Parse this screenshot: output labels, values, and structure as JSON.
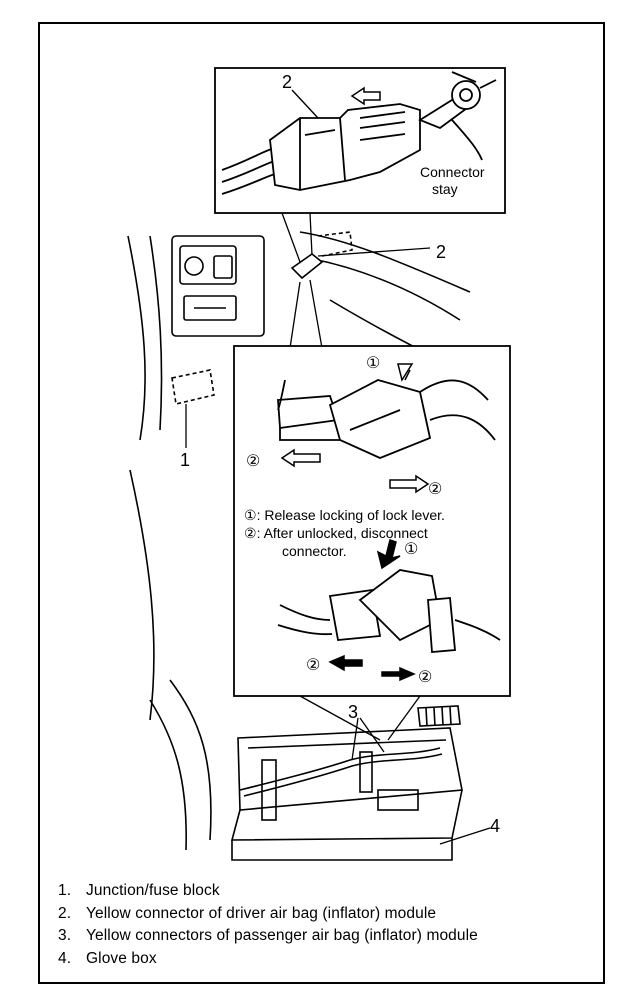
{
  "callouts": {
    "num_1": "1",
    "num_2_top": "2",
    "num_2_mid": "2",
    "num_3": "3",
    "num_4": "4",
    "connector_stay_line1": "Connector",
    "connector_stay_line2": "stay",
    "step1": "①",
    "step2": "②"
  },
  "instructions": [
    {
      "marker": "①",
      "text": ": Release locking of lock lever."
    },
    {
      "marker": "②",
      "text": ": After unlocked, disconnect"
    },
    {
      "marker": "",
      "text": "connector."
    }
  ],
  "legend": [
    {
      "num": "1.",
      "text": "Junction/fuse block"
    },
    {
      "num": "2.",
      "text": "Yellow connector of driver air bag (inflator) module"
    },
    {
      "num": "3.",
      "text": "Yellow connectors of passenger air bag (inflator) module"
    },
    {
      "num": "4.",
      "text": "Glove box"
    }
  ]
}
